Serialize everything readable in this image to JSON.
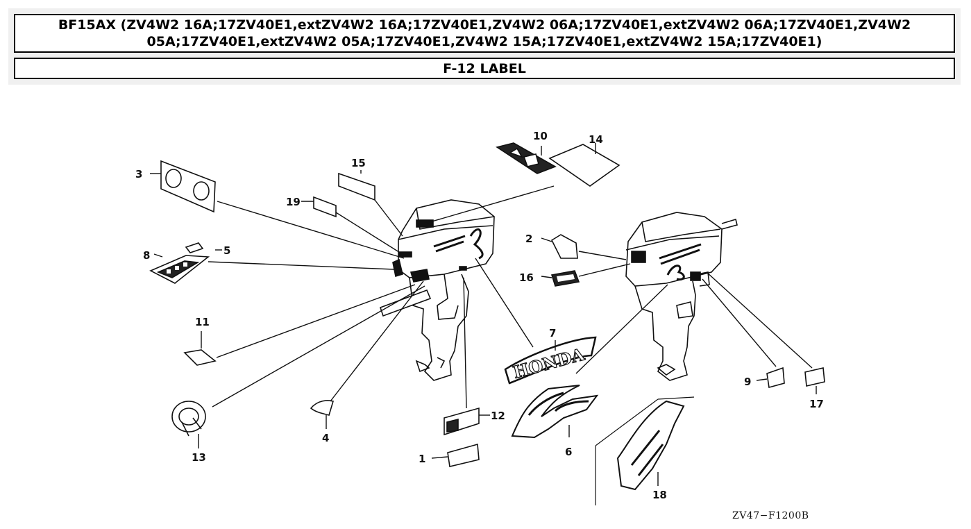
{
  "header": {
    "title": "BF15AX (ZV4W2 16A;17ZV40E1,extZV4W2 16A;17ZV40E1,ZV4W2 06A;17ZV40E1,extZV4W2 06A;17ZV40E1,ZV4W2 05A;17ZV40E1,extZV4W2 05A;17ZV40E1,ZV4W2 15A;17ZV40E1,extZV4W2 15A;17ZV40E1)",
    "section": "F-12 LABEL"
  },
  "diagram": {
    "code": "ZV47−F1200B",
    "decal_text": "HONDA",
    "callouts": {
      "c1": "1",
      "c2": "2",
      "c3": "3",
      "c4": "4",
      "c5": "5",
      "c6": "6",
      "c7": "7",
      "c8": "8",
      "c9": "9",
      "c10": "10",
      "c11": "11",
      "c12": "12",
      "c13": "13",
      "c14": "14",
      "c15": "15",
      "c16": "16",
      "c17": "17",
      "c18": "18",
      "c19": "19"
    }
  }
}
